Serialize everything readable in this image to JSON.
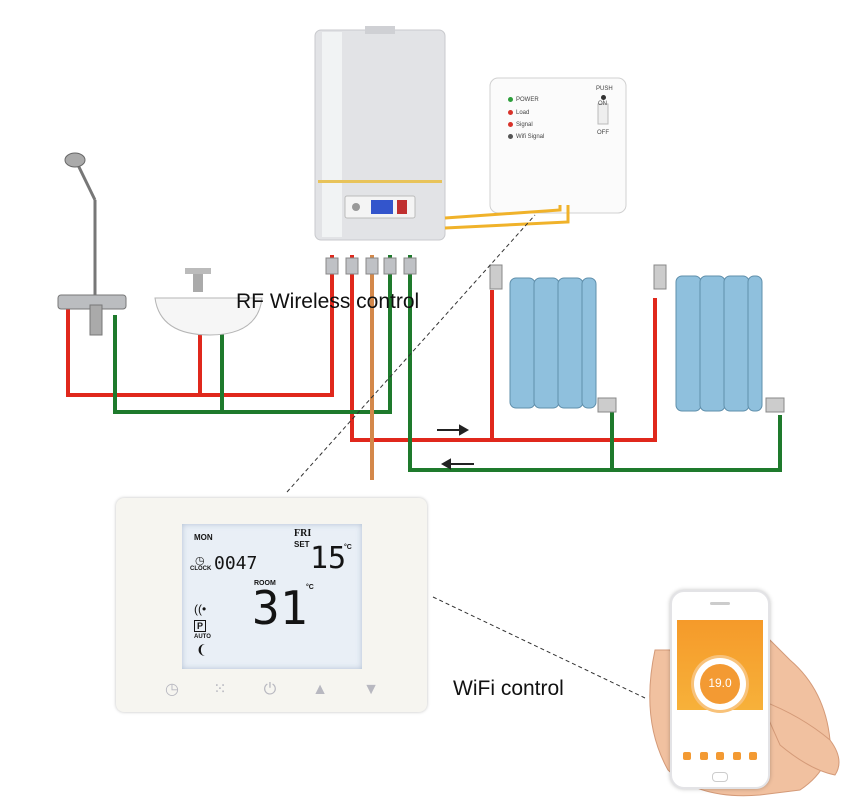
{
  "labels": {
    "rf": "RF Wireless control",
    "wifi": "WiFi control"
  },
  "receiver": {
    "push": "PUSH",
    "on": "ON",
    "off": "OFF",
    "leds": [
      "POWER",
      "Load",
      "Signal",
      "Wifi Signal"
    ]
  },
  "thermostat": {
    "day_left": "MON",
    "day_right": "FRI",
    "set": "SET",
    "set_temp": "15",
    "set_unit": "°C",
    "clock_label": "CLOCK",
    "clock_value": "0047",
    "room": "ROOM",
    "room_temp": "31",
    "room_unit": "°C",
    "mode_p": "P",
    "auto": "AUTO"
  },
  "phone": {
    "setpoint": "19.0"
  },
  "colors": {
    "hot_pipe": "#e0281c",
    "return_pipe": "#1e7a2c",
    "gas_pipe": "#d4884a",
    "signal_wire": "#f0b22a",
    "radiator": "#8fc0dd",
    "app_accent": "#f39a33"
  }
}
